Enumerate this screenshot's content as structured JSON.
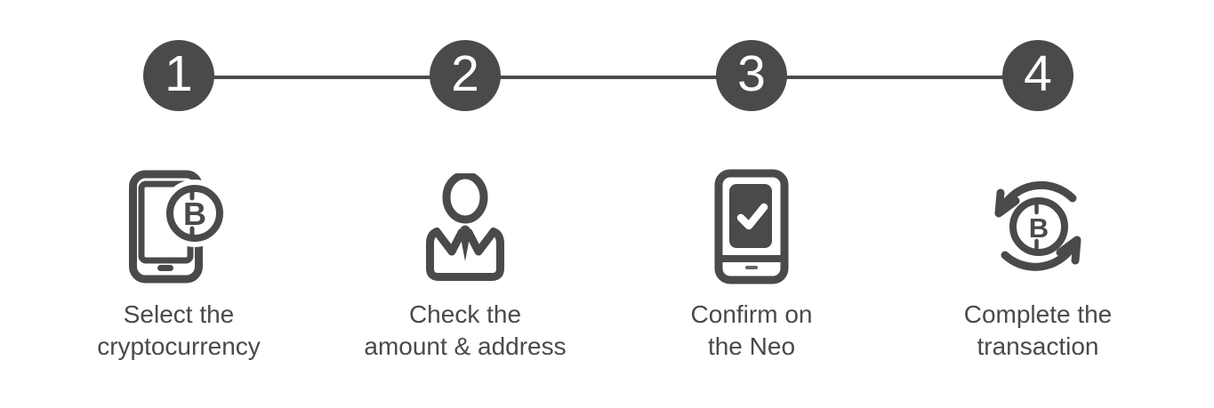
{
  "page": {
    "background_color": "#ffffff",
    "type": "process-stepper-infographic"
  },
  "stepper": {
    "accent_color": "#4a4a4a",
    "number_color": "#ffffff",
    "connector_color": "#4a4a4a",
    "steps": [
      {
        "number": "1",
        "icon": "smartphone-bitcoin-icon",
        "label_lines": [
          "Select the",
          "cryptocurrency"
        ],
        "label": "Select the cryptocurrency"
      },
      {
        "number": "2",
        "icon": "businessman-icon",
        "label_lines": [
          "Check the",
          "amount & address"
        ],
        "label": "Check the amount & address"
      },
      {
        "number": "3",
        "icon": "hardware-wallet-confirm-icon",
        "label_lines": [
          "Confirm on",
          "the Neo"
        ],
        "label": "Confirm on the Neo"
      },
      {
        "number": "4",
        "icon": "refresh-bitcoin-icon",
        "label_lines": [
          "Complete the",
          "transaction"
        ],
        "label": "Complete the transaction"
      }
    ]
  }
}
